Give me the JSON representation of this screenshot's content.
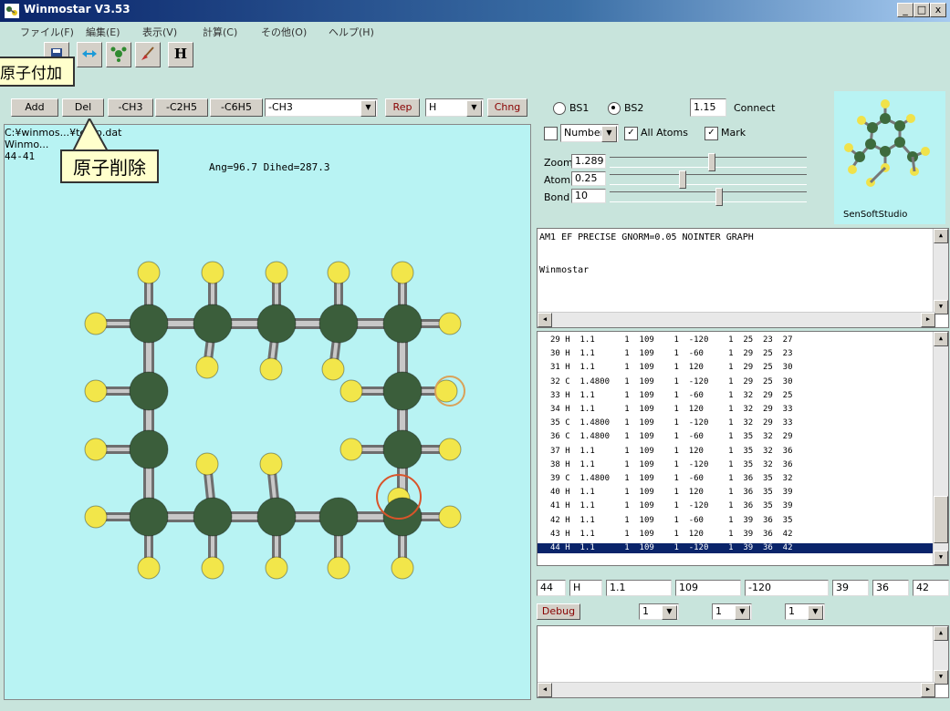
{
  "window": {
    "title": "Winmostar V3.53",
    "minimize": "_",
    "maximize": "□",
    "close": "x"
  },
  "menu": [
    "ファイル(F)",
    "編集(E)",
    "表示(V)",
    "計算(C)",
    "その他(O)",
    "ヘルプ(H)"
  ],
  "toolbar": {
    "h_label": "H"
  },
  "callouts": {
    "add_atom": "原子付加",
    "delete_atom": "原子削除"
  },
  "edit_bar": {
    "add": "Add",
    "del": "Del",
    "ch3": "-CH3",
    "c2h5": "-C2H5",
    "c6h5": "-C6H5",
    "group_value": "-CH3",
    "rep": "Rep",
    "atom_value": "H",
    "chng": "Chng"
  },
  "status": {
    "path": "C:¥winmos...¥temp.dat",
    "line2": "Winmo...",
    "line3_prefix": "44-41",
    "geometry": "Ang=96.7 Dihed=287.3"
  },
  "controls": {
    "bs1": "BS1",
    "bs2": "BS2",
    "bs_value": "1.15",
    "connect": "Connect",
    "number": "Number",
    "all_atoms": "All Atoms",
    "mark": "Mark",
    "zoom_label": "Zoom",
    "zoom_value": "1.289",
    "atom_label": "Atom",
    "atom_value": "0.25",
    "bond_label": "Bond",
    "bond_value": "10",
    "brand": "SenSoftStudio"
  },
  "keywords": {
    "line1": "AM1 EF PRECISE GNORM=0.05 NOINTER GRAPH",
    "line2": "Winmostar"
  },
  "zmatrix_rows": [
    "29 H  1.1      1  109    1  -120    1  25  23  27",
    "30 H  1.1      1  109    1  -60     1  29  25  23",
    "31 H  1.1      1  109    1  120     1  29  25  30",
    "32 C  1.4800   1  109    1  -120    1  29  25  30",
    "33 H  1.1      1  109    1  -60     1  32  29  25",
    "34 H  1.1      1  109    1  120     1  32  29  33",
    "35 C  1.4800   1  109    1  -120    1  32  29  33",
    "36 C  1.4800   1  109    1  -60     1  35  32  29",
    "37 H  1.1      1  109    1  120     1  35  32  36",
    "38 H  1.1      1  109    1  -120    1  35  32  36",
    "39 C  1.4800   1  109    1  -60     1  36  35  32",
    "40 H  1.1      1  109    1  120     1  36  35  39",
    "41 H  1.1      1  109    1  -120    1  36  35  39",
    "42 H  1.1      1  109    1  -60     1  39  36  35",
    "43 H  1.1      1  109    1  120     1  39  36  42",
    "44 H  1.1      1  109    1  -120    1  39  36  42"
  ],
  "edit_fields": {
    "num": "44",
    "elem": "H",
    "dist": "1.1",
    "angle": "109",
    "dihed": "-120",
    "c1": "39",
    "c2": "36",
    "c3": "42",
    "debug": "Debug",
    "sel1": "1",
    "sel2": "1",
    "sel3": "1"
  }
}
